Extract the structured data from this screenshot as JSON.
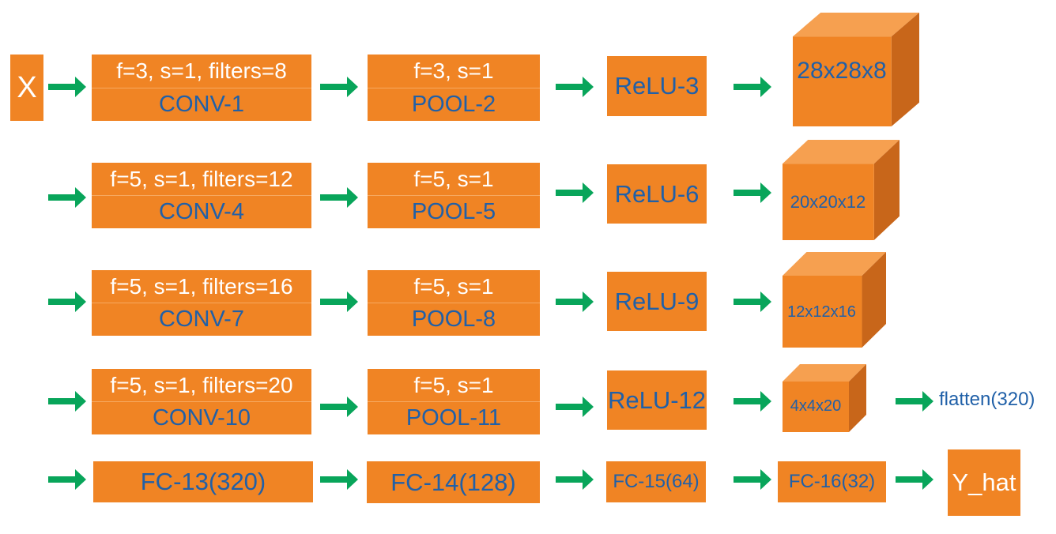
{
  "colors": {
    "box": "#f08424",
    "arrow": "#08a55a",
    "text_blue": "#2060a8",
    "text_white": "#ffffff",
    "cube_top": "#f6a050",
    "cube_side": "#c8661a"
  },
  "input": "X",
  "rows": [
    {
      "conv_params": "f=3, s=1, filters=8",
      "conv": "CONV-1",
      "pool_params": "f=3, s=1",
      "pool": "POOL-2",
      "relu": "ReLU-3",
      "volume": "28x28x8"
    },
    {
      "conv_params": "f=5, s=1, filters=12",
      "conv": "CONV-4",
      "pool_params": "f=5, s=1",
      "pool": "POOL-5",
      "relu": "ReLU-6",
      "volume": "20x20x12"
    },
    {
      "conv_params": "f=5, s=1, filters=16",
      "conv": "CONV-7",
      "pool_params": "f=5, s=1",
      "pool": "POOL-8",
      "relu": "ReLU-9",
      "volume": "12x12x16"
    },
    {
      "conv_params": "f=5, s=1, filters=20",
      "conv": "CONV-10",
      "pool_params": "f=5, s=1",
      "pool": "POOL-11",
      "relu": "ReLU-12",
      "volume": "4x4x20"
    }
  ],
  "flatten": "flatten(320)",
  "fc_layers": [
    "FC-13(320)",
    "FC-14(128)",
    "FC-15(64)",
    "FC-16(32)"
  ],
  "output": "Y_hat"
}
